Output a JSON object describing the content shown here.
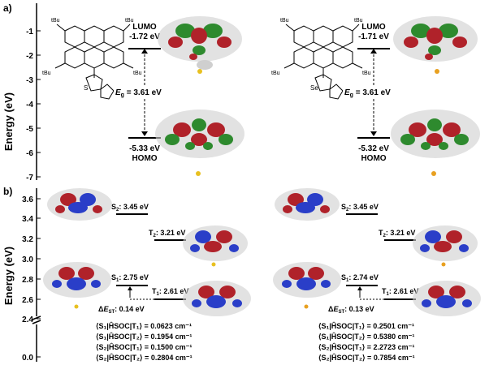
{
  "panel_a": {
    "label": "a)",
    "axis_label": "Energy (eV)",
    "ticks": [
      "-1",
      "-2",
      "-3",
      "-4",
      "-5",
      "-6",
      "-7"
    ],
    "tbu": "tBu",
    "left": {
      "lumo_label": "LUMO",
      "lumo_value": "-1.72 eV",
      "gap": "3.61 eV",
      "homo_value": "-5.33 eV",
      "homo_label": "HOMO",
      "heteroatom": "S"
    },
    "right": {
      "lumo_label": "LUMO",
      "lumo_value": "-1.71 eV",
      "gap": "3.61 eV",
      "homo_value": "-5.32 eV",
      "homo_label": "HOMO",
      "heteroatom": "Se"
    },
    "gap_symbol": "E",
    "gap_subscript": "g"
  },
  "panel_b": {
    "label": "b)",
    "axis_label": "Energy (eV)",
    "ticks": [
      "3.6",
      "3.4",
      "3.2",
      "3.0",
      "2.8",
      "2.6",
      "2.4",
      "0.0"
    ],
    "left": {
      "S2": "3.45 eV",
      "T2": "3.21 eV",
      "S1": "2.75 eV",
      "T1": "2.61 eV",
      "dEst": "0.14 eV",
      "soc": [
        "0.0623 cm⁻¹",
        "0.1954 cm⁻¹",
        "0.1500 cm⁻¹",
        "0.2804 cm⁻¹"
      ]
    },
    "right": {
      "S2": "3.45 eV",
      "T2": "3.21 eV",
      "S1": "2.74 eV",
      "T1": "2.61 eV",
      "dEst": "0.13 eV",
      "soc": [
        "0.2501 cm⁻¹",
        "0.5380 cm⁻¹",
        "2.2723 cm⁻¹",
        "0.7854 cm⁻¹"
      ]
    },
    "soc_brackets": [
      "⟨S₁|ĤSOC|T₁⟩ = ",
      "⟨S₁|ĤSOC|T₂⟩ = ",
      "⟨S₂|ĤSOC|T₁⟩ = ",
      "⟨S₂|ĤSOC|T₂⟩ = "
    ]
  },
  "colors": {
    "orbital_red": "#b0222a",
    "orbital_green": "#2e8a2e",
    "orbital_blue": "#2a3ec8",
    "sulfur_yellow": "#e8c020",
    "atom_grey": "#8a8a8a"
  }
}
